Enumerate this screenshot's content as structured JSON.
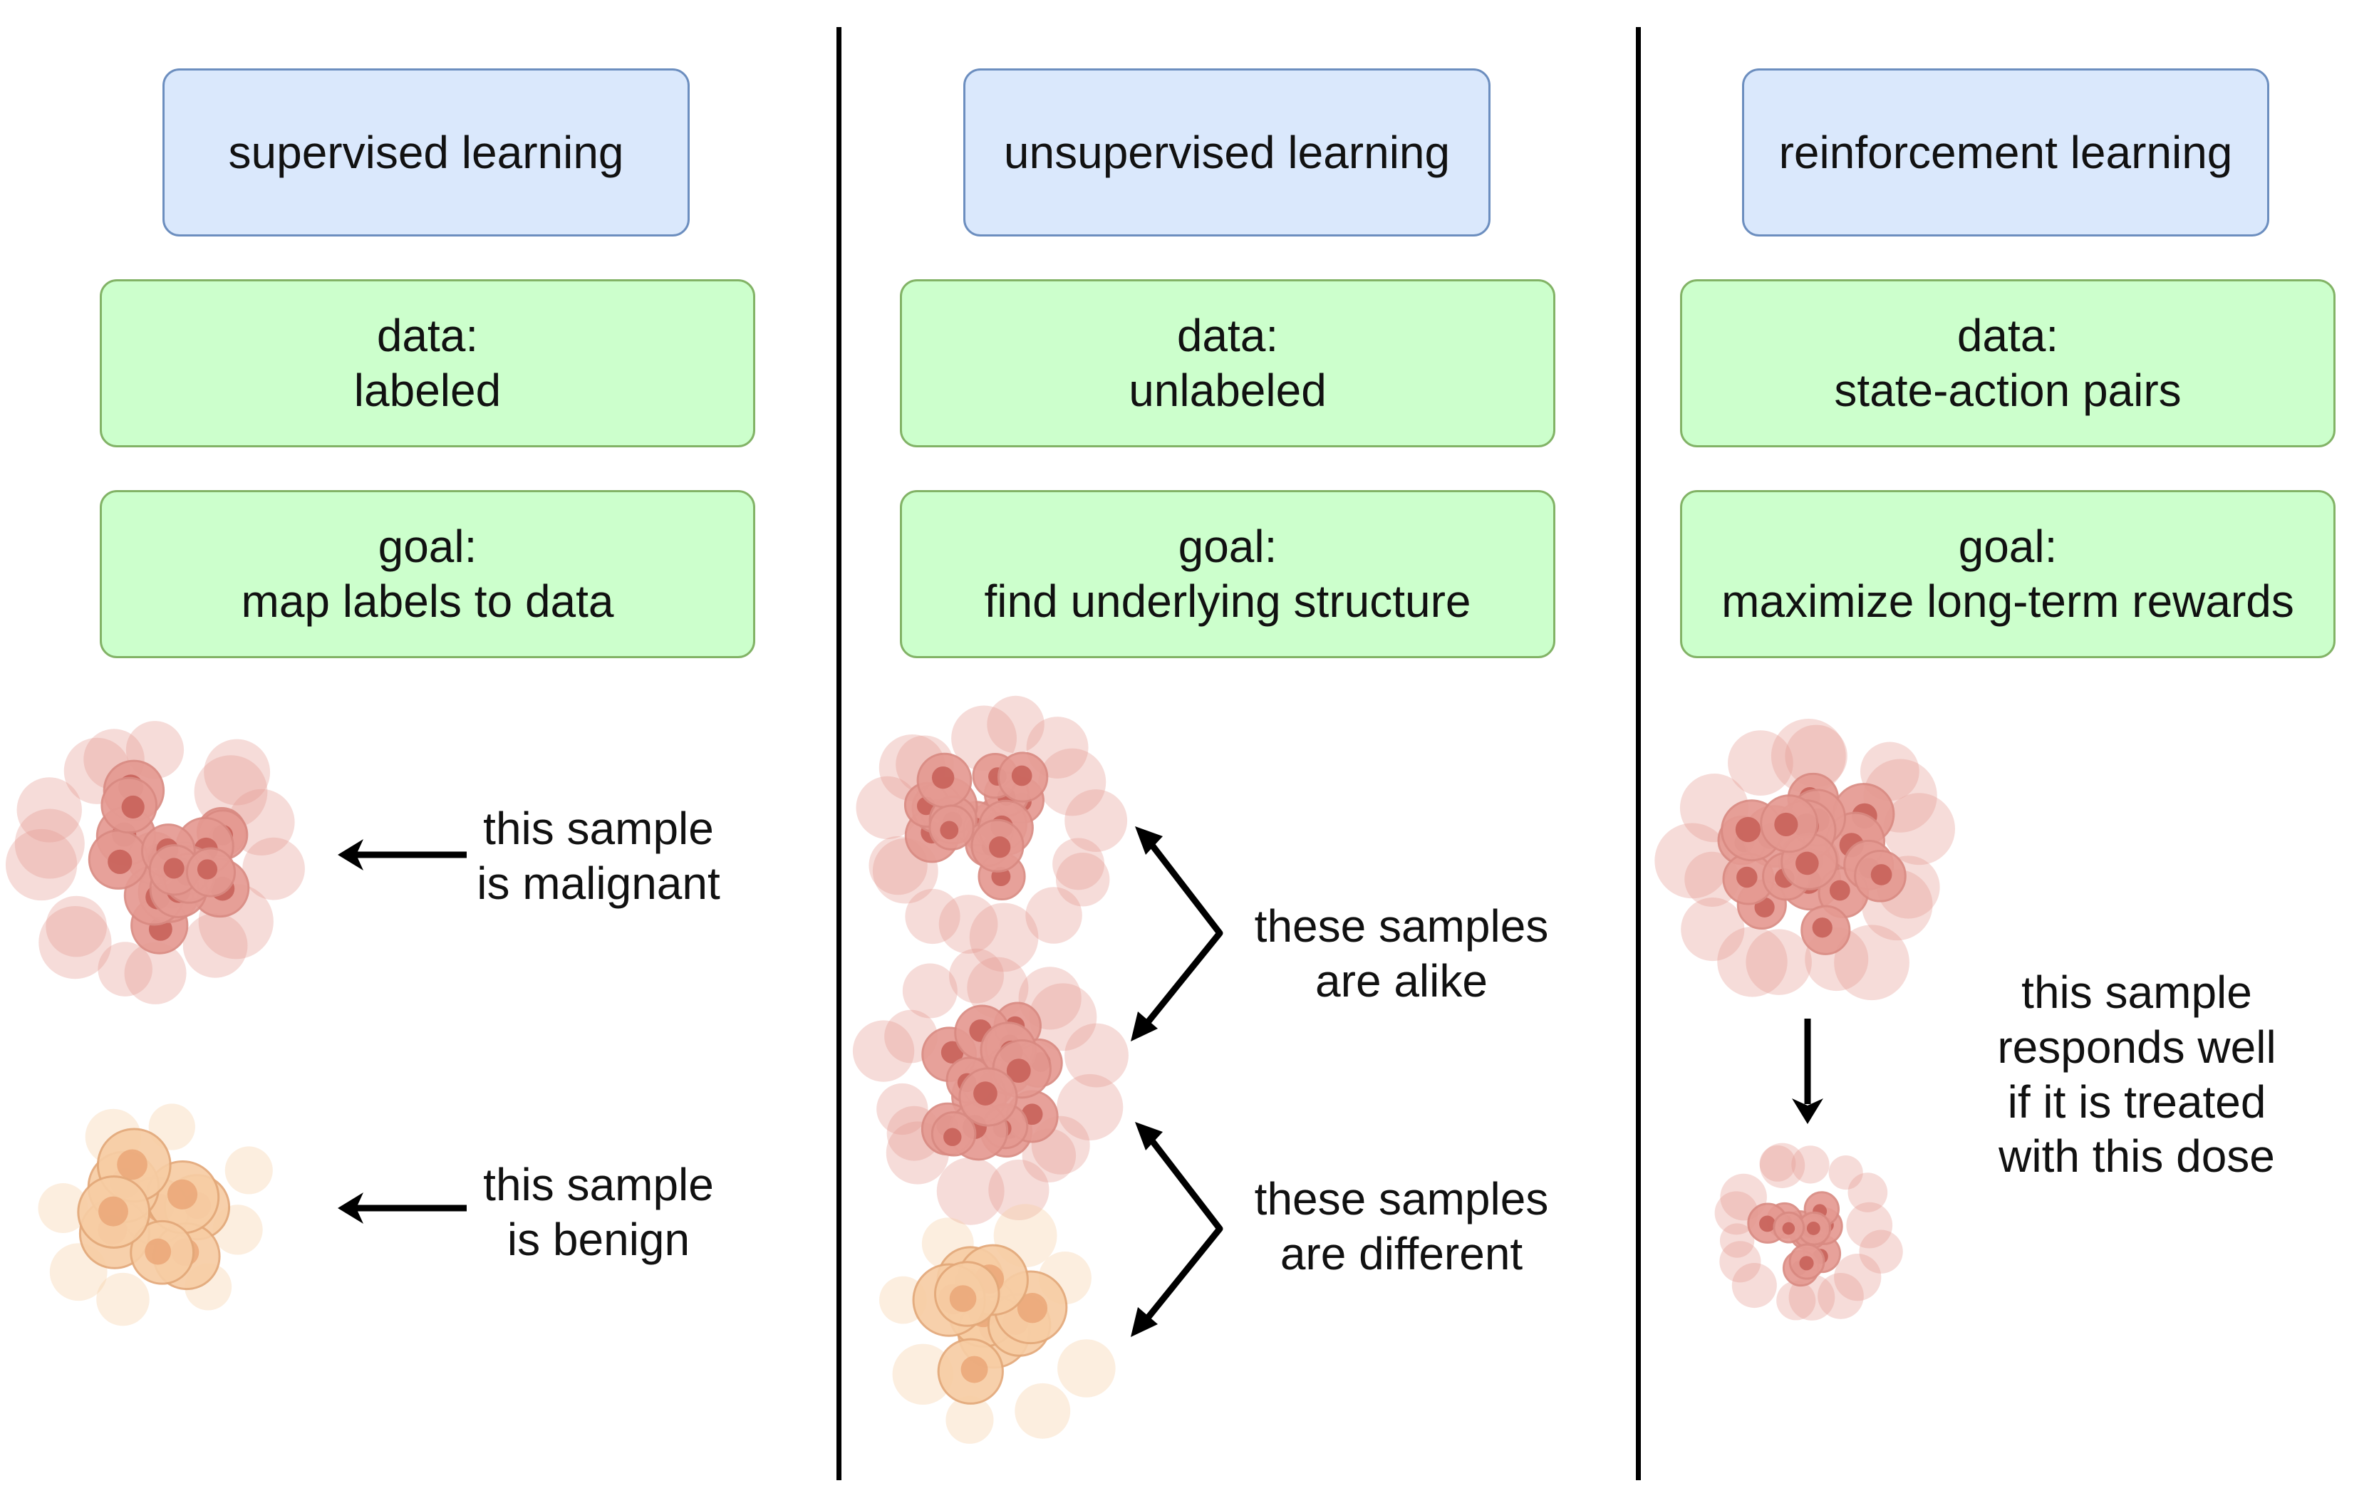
{
  "panels": [
    {
      "title": "supervised learning",
      "data_heading": "data:",
      "data_value": "labeled",
      "goal_heading": "goal:",
      "goal_value": "map labels to data",
      "captions": [
        {
          "line1": "this sample",
          "line2": "is malignant"
        },
        {
          "line1": "this sample",
          "line2": "is benign"
        }
      ]
    },
    {
      "title": "unsupervised learning",
      "data_heading": "data:",
      "data_value": "unlabeled",
      "goal_heading": "goal:",
      "goal_value": "find underlying structure",
      "captions": [
        {
          "line1": "these samples",
          "line2": "are alike"
        },
        {
          "line1": "these samples",
          "line2": "are different"
        }
      ]
    },
    {
      "title": "reinforcement learning",
      "data_heading": "data:",
      "data_value": "state-action pairs",
      "goal_heading": "goal:",
      "goal_value": "maximize long-term rewards",
      "caption": {
        "line1": "this sample",
        "line2": "responds well",
        "line3": "if it is treated",
        "line4": "with this dose"
      }
    }
  ],
  "colors": {
    "title_fill": "#dae8fc",
    "title_stroke": "#6c8ebf",
    "info_fill": "#ccffcc",
    "info_stroke": "#82b366",
    "malignant_cell": "#e59a92",
    "malignant_nucleus": "#c8625a",
    "benign_cell": "#f7cda4",
    "benign_nucleus": "#eba97a",
    "divider": "#000000"
  }
}
